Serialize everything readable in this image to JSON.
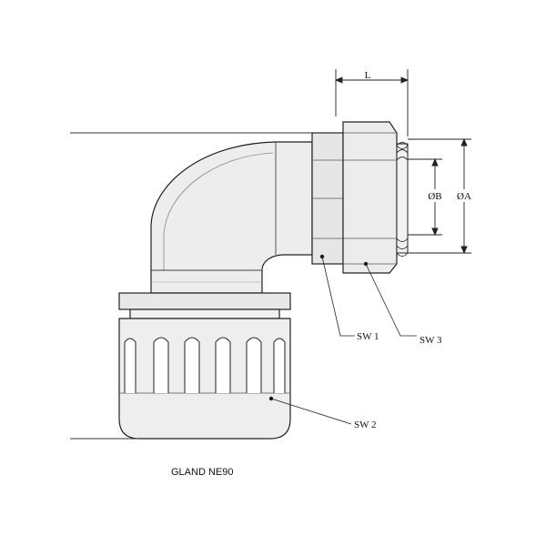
{
  "caption": "GLAND NE90",
  "dimensions": {
    "length": "L",
    "diameter_b": "ØB",
    "diameter_a": "ØA"
  },
  "callouts": {
    "sw1": "SW 1",
    "sw2": "SW 2",
    "sw3": "SW 3"
  }
}
